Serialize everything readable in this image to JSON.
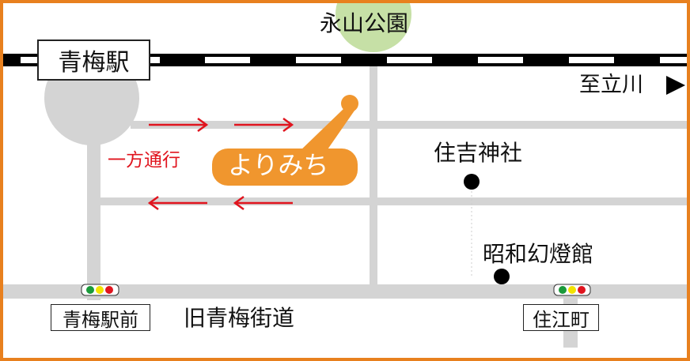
{
  "colors": {
    "border": "#e8801e",
    "road": "#d4d4d4",
    "park": "#c6e0a6",
    "arrow": "#e0141e",
    "bubble": "#f0962e",
    "rail": "#000000"
  },
  "station": {
    "label": "青梅駅"
  },
  "park": {
    "label": "永山公園"
  },
  "direction": {
    "label": "至立川",
    "icon": "triangle-right-icon"
  },
  "one_way": {
    "label": "一方通行"
  },
  "highlight": {
    "label": "よりみち"
  },
  "landmarks": [
    {
      "label": "住吉神社"
    },
    {
      "label": "昭和幻燈館"
    }
  ],
  "intersections": [
    {
      "label": "青梅駅前"
    },
    {
      "label": "住江町"
    }
  ],
  "street": {
    "label": "旧青梅街道"
  }
}
